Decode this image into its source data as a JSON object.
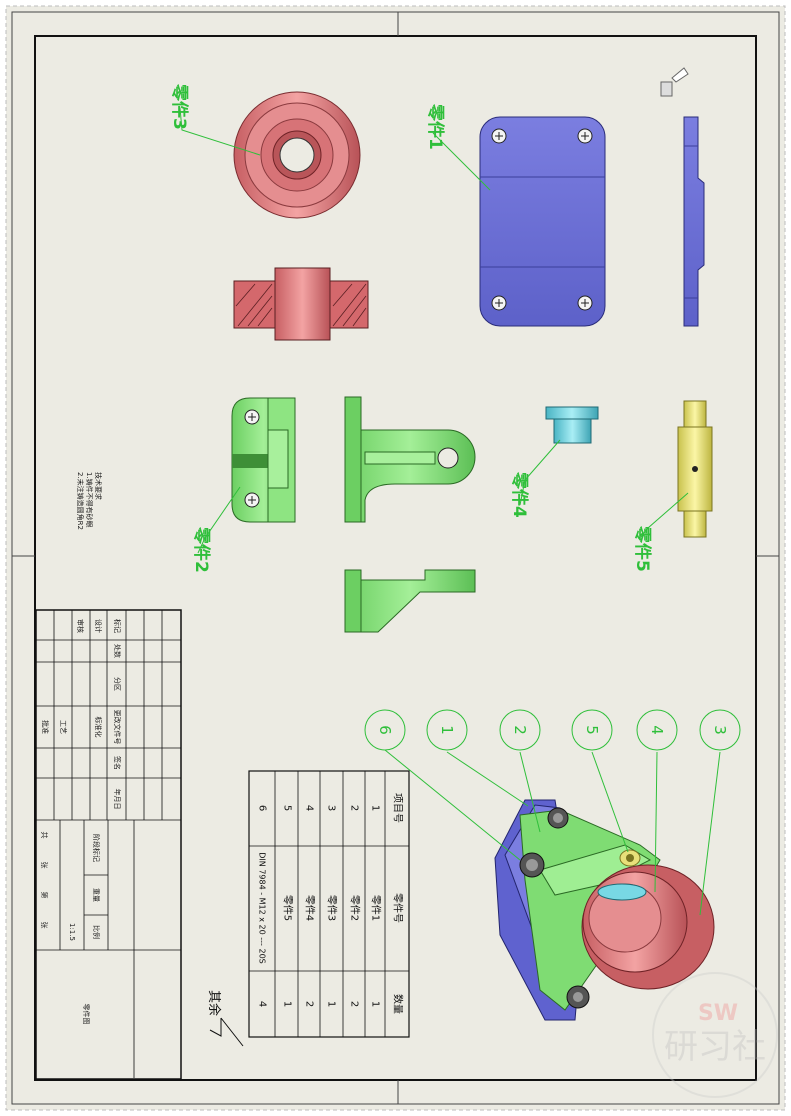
{
  "drawing": {
    "part_labels": {
      "part3": "零件3",
      "part1": "零件1",
      "part2": "零件2",
      "part4": "零件4",
      "part5": "零件5"
    },
    "tech_notes": [
      "技术要求",
      "1.铸件不得有砂眼",
      "2.未注铸造圆角R2"
    ],
    "balloons": [
      "6",
      "1",
      "2",
      "5",
      "4",
      "3"
    ],
    "surface_finish": "其余",
    "colors": {
      "sheet_bg": "#ecebe3",
      "part1": "#6b6fd6",
      "part2": "#86e07c",
      "part3": "#d9787a",
      "part4": "#78d8e4",
      "part5": "#e8e07a",
      "leader": "#2fbf3a"
    }
  },
  "bom": {
    "headers": [
      "项目号",
      "零件号",
      "数量"
    ],
    "rows": [
      [
        "1",
        "零件1",
        "1"
      ],
      [
        "2",
        "零件2",
        "2"
      ],
      [
        "3",
        "零件3",
        "1"
      ],
      [
        "4",
        "零件4",
        "2"
      ],
      [
        "5",
        "零件5",
        "1"
      ],
      [
        "6",
        "DIN 7984 - M12 x 20 --- 20S",
        "4"
      ]
    ]
  },
  "title_block": {
    "labels": [
      "标记",
      "处数",
      "分区",
      "更改文件号",
      "签名",
      "年月日",
      "设计",
      "标准化",
      "审核",
      "工艺",
      "批准",
      "阶段标记",
      "重量",
      "比例",
      "共",
      "张",
      "第",
      "张"
    ],
    "scale": "1:1.5",
    "drawing_name": "零件图"
  },
  "watermark": {
    "mark": "SW",
    "text": "研习社"
  }
}
